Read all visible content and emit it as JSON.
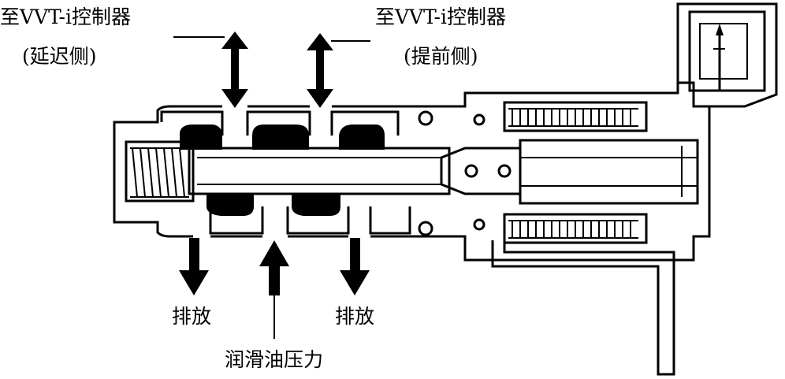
{
  "labels": {
    "to_controller_retard_line1": "至VVT-i控制器",
    "to_controller_retard_line2": "(延迟侧)",
    "to_controller_advance_line1": "至VVT-i控制器",
    "to_controller_advance_line2": "(提前侧)",
    "drain_left": "排放",
    "drain_right": "排放",
    "oil_pressure": "润滑油压力"
  }
}
